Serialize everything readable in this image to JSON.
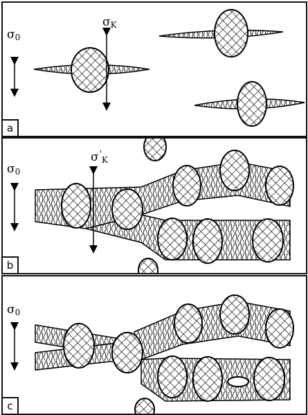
{
  "panels": [
    {
      "id": "a",
      "letter": "a"
    },
    {
      "id": "b",
      "letter": "b"
    },
    {
      "id": "c",
      "letter": "c"
    }
  ],
  "labels": {
    "sigma_base": "σ",
    "sub_0": "0",
    "sub_k": "K",
    "prime": "'"
  }
}
